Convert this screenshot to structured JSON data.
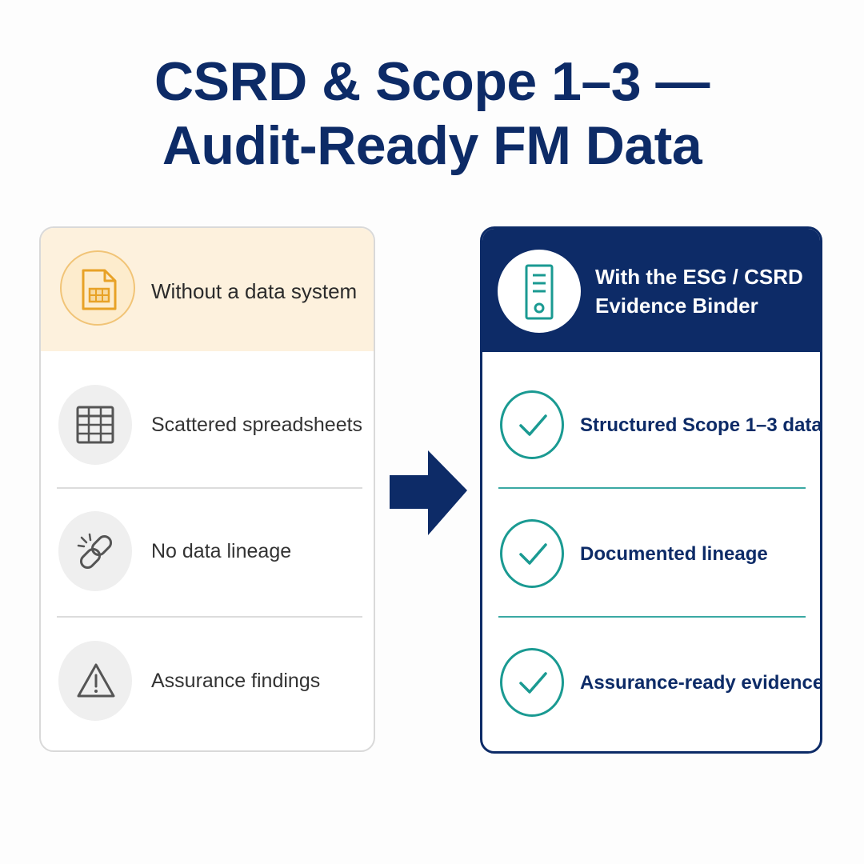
{
  "title": {
    "line1": "CSRD & Scope 1–3 —",
    "line2": "Audit-Ready FM Data"
  },
  "left_card": {
    "header": {
      "icon": "spreadsheet-file-icon",
      "label": "Without a data system"
    },
    "items": [
      {
        "icon": "table-grid-icon",
        "label": "Scattered spreadsheets"
      },
      {
        "icon": "broken-link-icon",
        "label": "No data lineage"
      },
      {
        "icon": "warning-triangle-icon",
        "label": "Assurance findings"
      }
    ]
  },
  "right_card": {
    "header": {
      "icon": "binder-icon",
      "label": "With the ESG / CSRD Evidence Binder"
    },
    "items": [
      {
        "icon": "check-circle-icon",
        "label": "Structured Scope 1–3 data"
      },
      {
        "icon": "check-circle-icon",
        "label": "Documented lineage"
      },
      {
        "icon": "check-circle-icon",
        "label": "Assurance-ready evidence"
      }
    ]
  },
  "colors": {
    "navy": "#0d2b67",
    "teal": "#1a9a92",
    "amber": "#e8a227",
    "left_header_bg": "#fdf1dd"
  }
}
